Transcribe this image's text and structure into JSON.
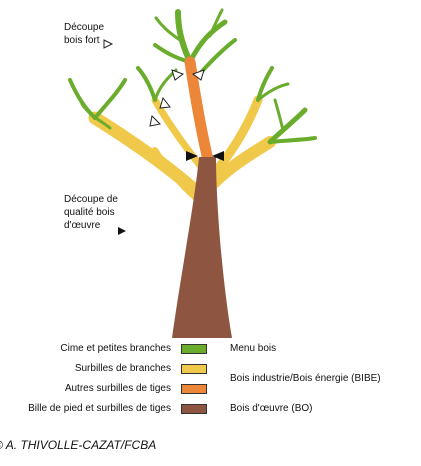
{
  "annotations": {
    "top_line1": "Découpe",
    "top_line2": "bois fort",
    "mid_line1": "Découpe de",
    "mid_line2": "qualité bois",
    "mid_line3": "d'œuvre"
  },
  "legend": {
    "items": [
      {
        "label": "Cime et petites branches",
        "color": "#6aac2b"
      },
      {
        "label": "Surbilles de branches",
        "color": "#f0c94b"
      },
      {
        "label": "Autres surbilles de tiges",
        "color": "#ec8638"
      },
      {
        "label": "Bille de pied et surbilles de tiges",
        "color": "#8e5641"
      }
    ],
    "groups": {
      "menu_bois": "Menu bois",
      "bibe": "Bois industrie/Bois énergie (BIBE)",
      "bo": "Bois d'œuvre (BO)"
    }
  },
  "credit": "© A. THIVOLLE-CAZAT/FCBA"
}
